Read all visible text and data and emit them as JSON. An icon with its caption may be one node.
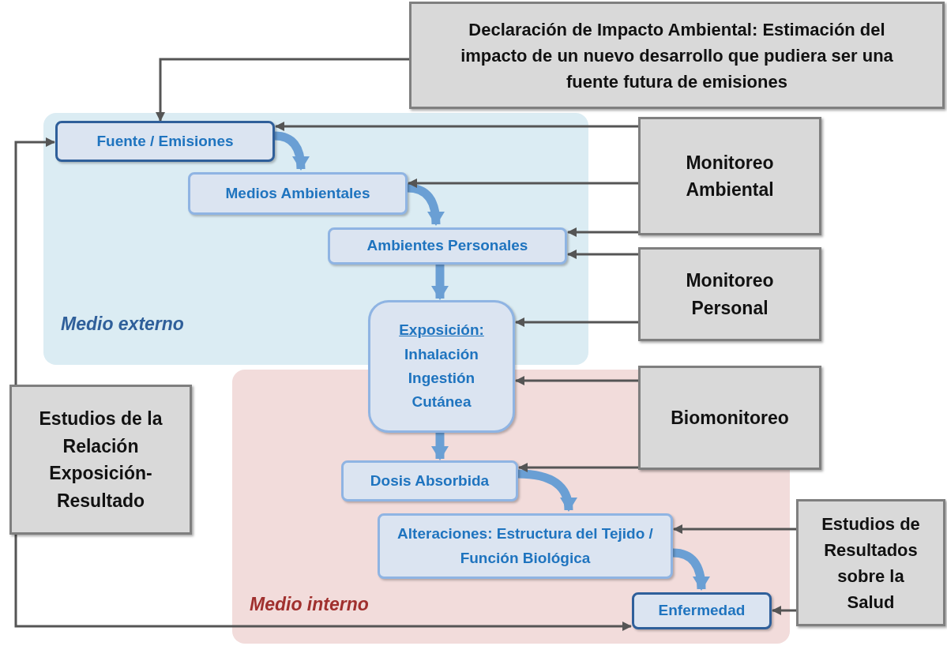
{
  "diagram": {
    "nodes": [
      {
        "text": [
          "Declaración de Impacto Ambiental: Estimación del impacto de un nuevo desarrollo que pudiera ser una fuente futura de emisiones"
        ]
      },
      {
        "text": [
          "Medio externo"
        ]
      },
      {
        "text": [
          "Fuente / Emisiones"
        ],
        "in": 1
      },
      {
        "text": [
          "Medios Ambientales"
        ],
        "in": 1
      },
      {
        "text": [
          "Ambientes Personales"
        ],
        "in": 1
      },
      {
        "text": [
          "Exposición:",
          "Inhalación Ingestión Cutánea"
        ]
      },
      {
        "text": [
          "Medio interno"
        ]
      },
      {
        "text": [
          "Dosis Absorbida"
        ],
        "in": 6
      },
      {
        "text": [
          "Alteraciones: Estructura del Tejido / Función Biológica"
        ],
        "in": 6
      },
      {
        "text": [
          "Enfermedad"
        ],
        "in": 6
      },
      {
        "text": [
          "Monitoreo Ambiental"
        ]
      },
      {
        "text": [
          "Monitoreo Personal"
        ]
      },
      {
        "text": [
          "Biomonitoreo"
        ]
      },
      {
        "text": [
          "Estudios de Resultados sobre la Salud"
        ]
      },
      {
        "text": [
          "Estudios de la Relación Exposición-Resultado"
        ]
      }
    ],
    "edges": [
      {
        "from": 0,
        "to": 2,
        "arrow": "to"
      },
      {
        "from": 2,
        "to": 3,
        "arrow": "to",
        "style": "thick",
        "color": "#6a9fd4"
      },
      {
        "from": 3,
        "to": 4,
        "arrow": "to",
        "style": "thick",
        "color": "#6a9fd4"
      },
      {
        "from": 4,
        "to": 5,
        "arrow": "to",
        "style": "thick",
        "color": "#6a9fd4"
      },
      {
        "from": 5,
        "to": 7,
        "arrow": "to",
        "style": "thick",
        "color": "#6a9fd4"
      },
      {
        "from": 7,
        "to": 8,
        "arrow": "to",
        "style": "thick",
        "color": "#6a9fd4"
      },
      {
        "from": 8,
        "to": 9,
        "arrow": "to",
        "style": "thick",
        "color": "#6a9fd4"
      },
      {
        "from": 10,
        "to": 2,
        "arrow": "to"
      },
      {
        "from": 10,
        "to": 3,
        "arrow": "to"
      },
      {
        "from": 10,
        "to": 4,
        "arrow": "to"
      },
      {
        "from": 11,
        "to": 4,
        "arrow": "to"
      },
      {
        "from": 11,
        "to": 5,
        "arrow": "to"
      },
      {
        "from": 12,
        "to": 5,
        "arrow": "to"
      },
      {
        "from": 12,
        "to": 7,
        "arrow": "to"
      },
      {
        "from": 13,
        "to": 8,
        "arrow": "to"
      },
      {
        "from": 13,
        "to": 9,
        "arrow": "to"
      },
      {
        "from": 14,
        "to": 2,
        "arrow": "to"
      },
      {
        "from": 14,
        "to": 9,
        "arrow": "to"
      }
    ]
  }
}
